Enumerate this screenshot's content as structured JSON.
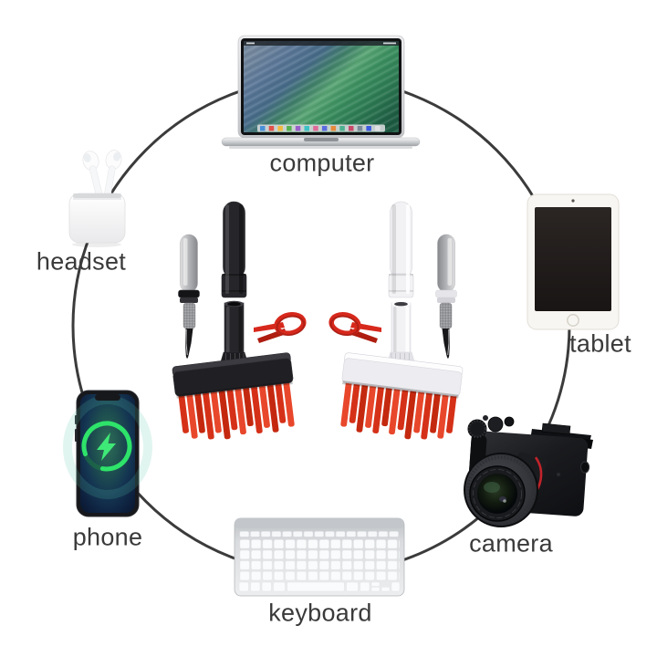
{
  "scene": {
    "background": "#ffffff",
    "ring_color": "#3b3b3b",
    "label_color": "#3a3a3a"
  },
  "items": {
    "computer": {
      "label": "computer",
      "icon": "macbook-laptop-icon"
    },
    "headset": {
      "label": "headset",
      "icon": "airpods-with-case-icon"
    },
    "tablet": {
      "label": "tablet",
      "icon": "tablet-icon"
    },
    "phone": {
      "label": "phone",
      "icon": "smartphone-charging-icon"
    },
    "keyboard": {
      "label": "keyboard",
      "icon": "wireless-keyboard-icon"
    },
    "camera": {
      "label": "camera",
      "icon": "mirrorless-camera-icon"
    }
  },
  "center_product": {
    "kits": [
      {
        "variant": "black",
        "body_color": "#232327"
      },
      {
        "variant": "white",
        "body_color": "#f1f1f4"
      }
    ],
    "parts": [
      "cleaning-pen",
      "handle-tube",
      "bristle-brush",
      "keycap-puller"
    ],
    "bristle_color": "#e03a22",
    "keycap_puller_color": "#d7281c"
  }
}
